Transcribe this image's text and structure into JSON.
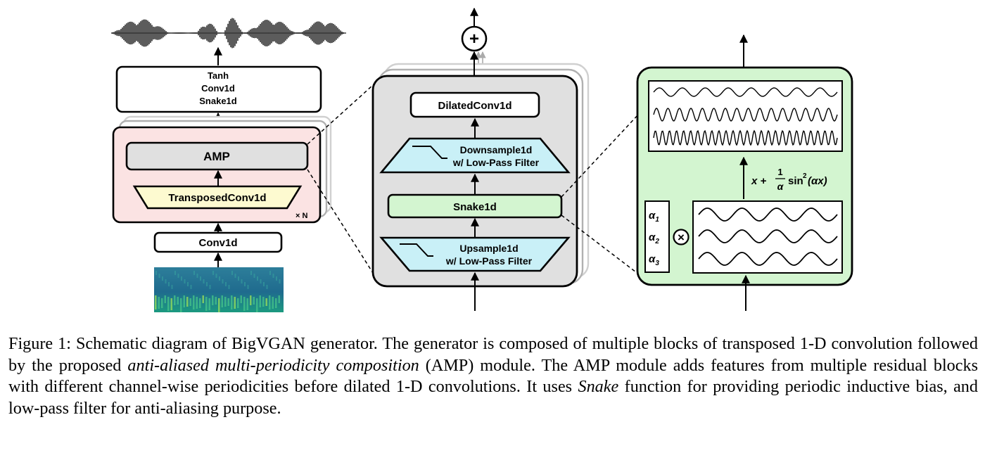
{
  "left": {
    "head_lines": [
      "Tanh",
      "Conv1d",
      "Snake1d"
    ],
    "amp_label": "AMP",
    "transposed_label": "TransposedConv1d",
    "repeat_label": "× N",
    "conv_label": "Conv1d"
  },
  "middle": {
    "sum_symbol": "+",
    "dilated_label": "DilatedConv1d",
    "downsample_lines": [
      "Downsample1d",
      "w/ Low-Pass Filter"
    ],
    "snake_label": "Snake1d",
    "upsample_lines": [
      "Upsample1d",
      "w/ Low-Pass Filter"
    ]
  },
  "right": {
    "formula": "x + (1/α) sin²(αx)",
    "formula_parts": {
      "x_plus": "x +",
      "frac_num": "1",
      "frac_den": "α",
      "sin": "sin",
      "exp": "2",
      "arg": "(αx)"
    },
    "alphas": [
      "α",
      "α",
      "α"
    ],
    "alpha_subs": [
      "1",
      "2",
      "3"
    ],
    "multiply_symbol": "×"
  },
  "colors": {
    "pink_block": "#fbe3e3",
    "grey_block": "#e0e0e0",
    "cyan_block": "#c9f0f7",
    "green_block": "#d3f5d0",
    "yellow_block": "#fdfad0",
    "stroke": "#000000"
  },
  "caption": {
    "fig_label": "Figure 1:",
    "part1": "Schematic diagram of BigVGAN generator.  The generator is composed of multiple blocks of transposed 1-D convolution followed by the proposed ",
    "italic1": "anti-aliased multi-periodicity composition",
    "part2": " (AMP) module. The AMP module adds features from multiple residual blocks with different channel-wise periodicities before dilated 1-D convolutions. It uses ",
    "italic2": "Snake",
    "part3": " function for providing periodic inductive bias, and low-pass filter for anti-aliasing purpose."
  }
}
